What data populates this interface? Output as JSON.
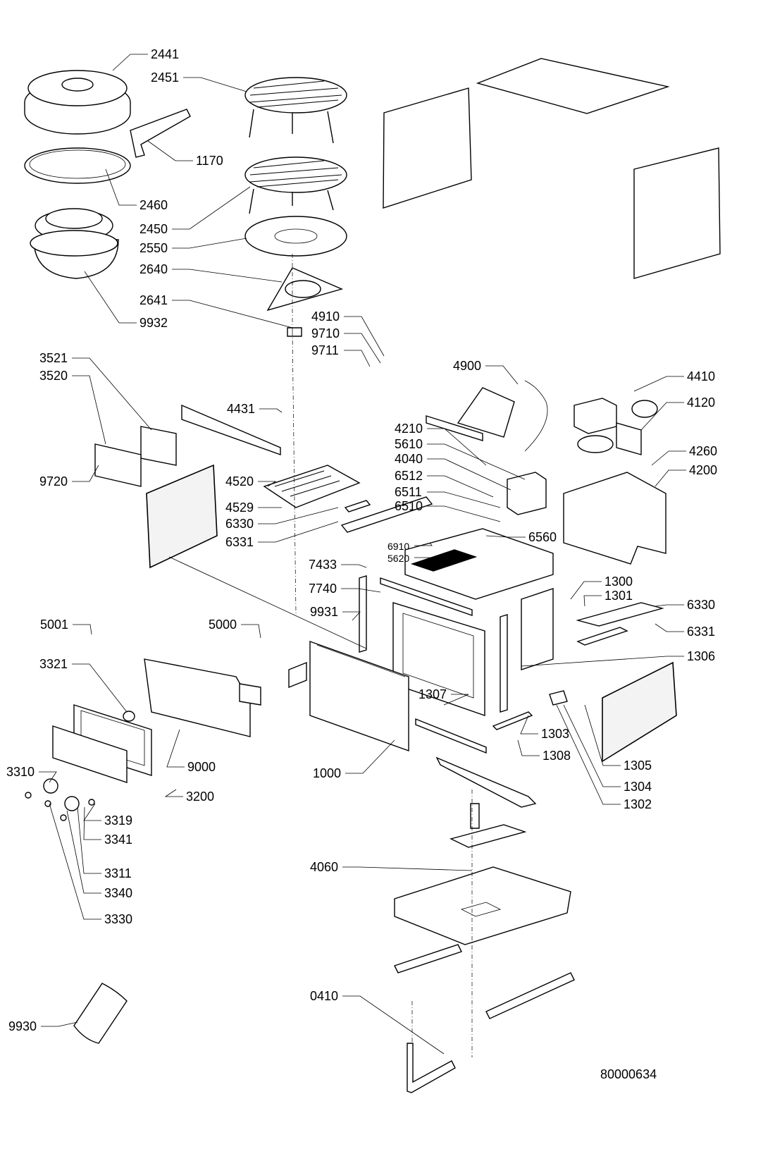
{
  "diagram": {
    "drawing_number": "80000634",
    "labels": [
      "2441",
      "2451",
      "1170",
      "2460",
      "2450",
      "2550",
      "2640",
      "2641",
      "9932",
      "4910",
      "9710",
      "9711",
      "3521",
      "3520",
      "4900",
      "4410",
      "4120",
      "4431",
      "4210",
      "5610",
      "4040",
      "6512",
      "6511",
      "6510",
      "4260",
      "4200",
      "9720",
      "4520",
      "4529",
      "6330",
      "6331",
      "6560",
      "6910",
      "5620",
      "7433",
      "7740",
      "1300",
      "1301",
      "6330",
      "6331",
      "9931",
      "5001",
      "5000",
      "1306",
      "3321",
      "1307",
      "1303",
      "9000",
      "1308",
      "1305",
      "1000",
      "3310",
      "1304",
      "3200",
      "1302",
      "3319",
      "3341",
      "3311",
      "3340",
      "4060",
      "3330",
      "0410",
      "9930"
    ]
  }
}
